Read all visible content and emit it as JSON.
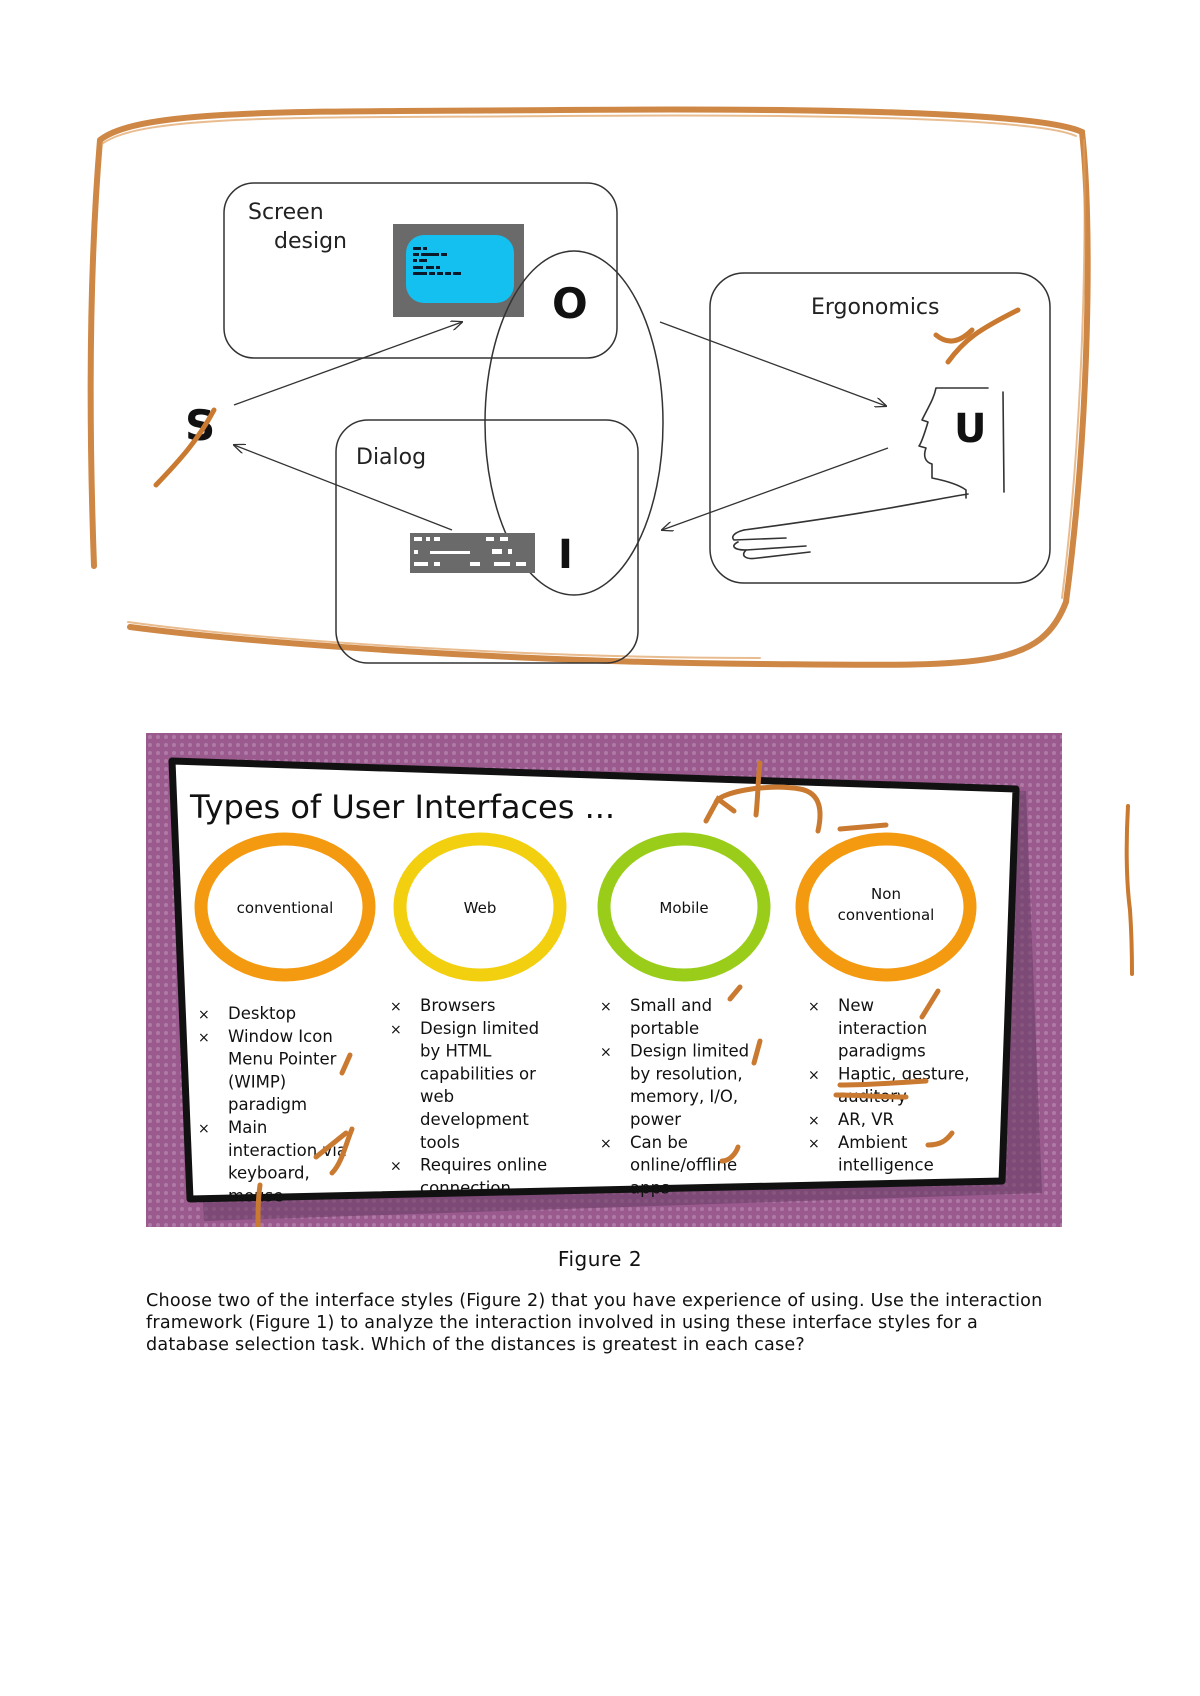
{
  "figure1": {
    "screen_design_label_line1": "Screen",
    "screen_design_label_line2": "design",
    "output_letter": "O",
    "system_letter": "S",
    "dialog_label": "Dialog",
    "input_letter": "I",
    "ergonomics_label": "Ergonomics",
    "user_letter": "U"
  },
  "figure2": {
    "title": "Types of User Interfaces ...",
    "categories": [
      {
        "name_line1": "conventional",
        "name_line2": "",
        "ring_color": "#f39a10",
        "bullets": [
          [
            "Desktop"
          ],
          [
            "Window Icon",
            "Menu Pointer",
            "(WIMP)",
            "paradigm"
          ],
          [
            "Main",
            "interaction via",
            "keyboard,",
            "mouse"
          ]
        ]
      },
      {
        "name_line1": "Web",
        "name_line2": "",
        "ring_color": "#f2d010",
        "bullets": [
          [
            "Browsers"
          ],
          [
            "Design limited",
            "by HTML",
            "capabilities or",
            "web",
            "development",
            "tools"
          ],
          [
            "Requires online",
            "connection"
          ]
        ]
      },
      {
        "name_line1": "Mobile",
        "name_line2": "",
        "ring_color": "#9acd1a",
        "bullets": [
          [
            "Small and",
            "portable"
          ],
          [
            "Design limited",
            "by resolution,",
            "memory, I/O,",
            "power"
          ],
          [
            "Can be",
            "online/offline",
            "apps"
          ]
        ]
      },
      {
        "name_line1": "Non",
        "name_line2": "conventional",
        "ring_color": "#f39a10",
        "bullets": [
          [
            "New",
            "interaction",
            "paradigms"
          ],
          [
            "Haptic, gesture,",
            "auditory"
          ],
          [
            "AR, VR"
          ],
          [
            "Ambient",
            "intelligence"
          ]
        ]
      }
    ],
    "bullet_glyph": "×"
  },
  "caption": "Figure 2",
  "question": "Choose two of the interface styles (Figure 2) that you have experience of using. Use the interaction framework (Figure 1) to analyze the interaction involved in using these interface styles for a database selection task. Which of the distances is greatest in each case?",
  "colors": {
    "annotation": "#c97a30",
    "screen_blue": "#14c0f0",
    "screen_frame": "#6a6a6a",
    "slide_background": "#9a5a8e"
  }
}
